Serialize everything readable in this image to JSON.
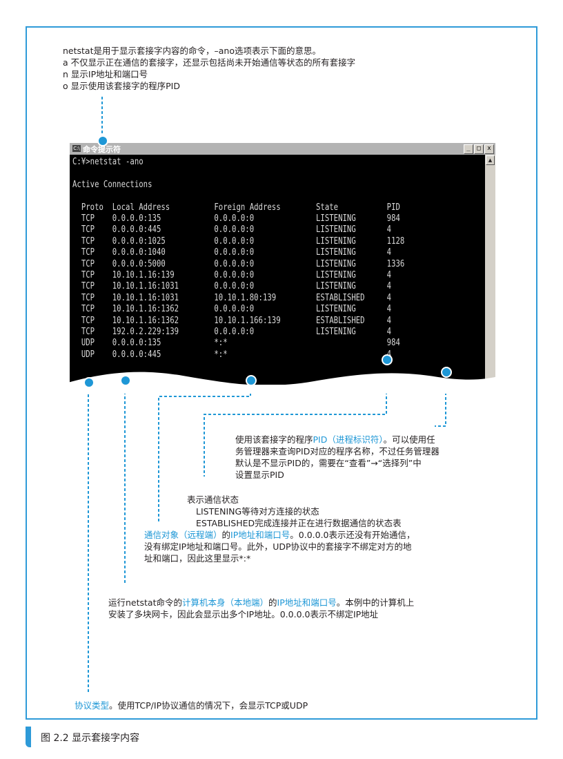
{
  "top_note": {
    "lines": [
      "netstat是用于显示套接字内容的命令，–ano选项表示下面的意思。",
      "a 不仅显示正在通信的套接字，还显示包括尚未开始通信等状态的所有套接字",
      "n 显示IP地址和端口号",
      "o 显示使用该套接字的程序PID"
    ]
  },
  "window": {
    "title": "命令提示符",
    "icon": "console-icon",
    "buttons": {
      "minimize": "_",
      "maximize": "□",
      "close": "x"
    },
    "console_lines": [
      "C:¥>netstat -ano",
      "",
      "Active Connections",
      "",
      "  Proto  Local Address          Foreign Address        State           PID",
      "  TCP    0.0.0.0:135            0.0.0.0:0              LISTENING       984",
      "  TCP    0.0.0.0:445            0.0.0.0:0              LISTENING       4",
      "  TCP    0.0.0.0:1025           0.0.0.0:0              LISTENING       1128",
      "  TCP    0.0.0.0:1040           0.0.0.0:0              LISTENING       4",
      "  TCP    0.0.0.0:5000           0.0.0.0:0              LISTENING       1336",
      "  TCP    10.10.1.16:139         0.0.0.0:0              LISTENING       4",
      "  TCP    10.10.1.16:1031        0.0.0.0:0              LISTENING       4",
      "  TCP    10.10.1.16:1031        10.10.1.80:139         ESTABLISHED     4",
      "  TCP    10.10.1.16:1362        0.0.0.0:0              LISTENING       4",
      "  TCP    10.10.1.16:1362        10.10.1.166:139        ESTABLISHED     4",
      "  TCP    192.0.2.229:139        0.0.0.0:0              LISTENING       4",
      "  UDP    0.0.0.0:135            *:*                                    984",
      "  UDP    0.0.0.0:445            *:*                                    4"
    ]
  },
  "notes": {
    "pid": {
      "lines": [
        [
          "使用该套接字的程序",
          {
            "hl": "PID（进程标识符）"
          },
          "。可以使用任"
        ],
        [
          "务管理器来查询PID对应的程序名称，不过任务管理器"
        ],
        [
          "默认是不显示PID的，需要在“查看”→“选择列”中"
        ],
        [
          "设置显示PID"
        ]
      ]
    },
    "state": {
      "title": "表示通信状态",
      "listening": "LISTENING等待对方连接的状态",
      "established": "ESTABLISHED完成连接并正在进行数据通信的状态表"
    },
    "foreign": {
      "lines": [
        [
          {
            "hl": "通信对象（远程端）"
          },
          "的",
          {
            "hl": "IP地址和端口号"
          },
          "。0.0.0.0表示还没有开始通信，"
        ],
        [
          "没有绑定IP地址和端口号。此外，UDP协议中的套接字不绑定对方的地"
        ],
        [
          "址和端口，因此这里显示*:*"
        ]
      ]
    },
    "local": {
      "lines": [
        [
          "运行netstat命令的",
          {
            "hl": "计算机本身（本地端）"
          },
          "的",
          {
            "hl": "IP地址和端口号"
          },
          "。本例中的计算机上"
        ],
        [
          "安装了多块网卡，因此会显示出多个IP地址。0.0.0.0表示不绑定IP地址"
        ]
      ]
    },
    "proto": {
      "lines": [
        [
          {
            "hl": "协议类型"
          },
          "。使用TCP/IP协议通信的情况下，会显示TCP或UDP"
        ]
      ]
    }
  },
  "caption": "图 2.2   显示套接字内容",
  "colors": {
    "accent": "#1e97d6",
    "frame": "#2e9ad8",
    "console_bg": "#000000",
    "console_fg": "#d9d9d9"
  }
}
